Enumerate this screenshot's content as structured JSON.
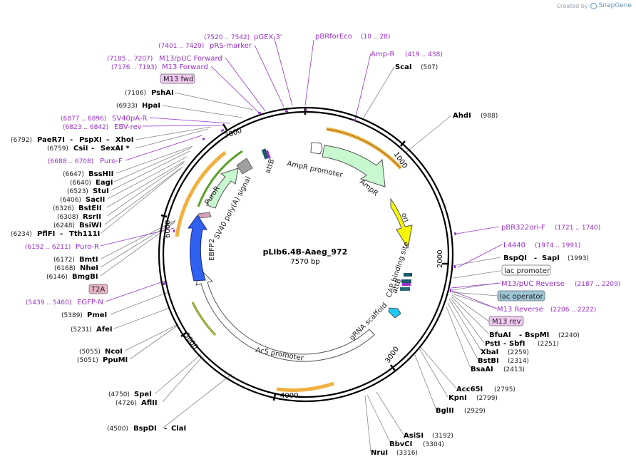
{
  "brand": {
    "prefix": "Created by",
    "name": "SnapGene"
  },
  "plasmid": {
    "name": "pLib6.4B-Aaeg_972",
    "length_label": "7570 bp"
  },
  "ruler_ticks": [
    "1000",
    "2000",
    "3000",
    "4000",
    "5000",
    "6000",
    "7000"
  ],
  "features": [
    {
      "id": "ampr-promoter",
      "label": "AmpR promoter"
    },
    {
      "id": "ampr",
      "label": "AmpR"
    },
    {
      "id": "ori",
      "label": "ori"
    },
    {
      "id": "cap-site",
      "label": "CAP binding site"
    },
    {
      "id": "attb-right",
      "label": "attB"
    },
    {
      "id": "grna",
      "label": "gRNA scaffold"
    },
    {
      "id": "ac5",
      "label": "Ac5 promoter"
    },
    {
      "id": "ebfp2",
      "label": "EBFP2"
    },
    {
      "id": "sv40",
      "label": "SV40 poly(A) signal"
    },
    {
      "id": "puror",
      "label": "PuroR"
    },
    {
      "id": "attb-left",
      "label": "attB"
    }
  ],
  "enzymes_left": [
    {
      "name": "PshAI",
      "pos": "(7106)"
    },
    {
      "name": "HpaI",
      "pos": "(6933)"
    },
    {
      "name": "PaeR7I",
      "pos": "(6792)",
      "extra": "PspXI",
      "extra2": "XhoI"
    },
    {
      "name": "CsiI",
      "pos": "(6759)",
      "extra": "SexAI *"
    },
    {
      "name": "BssHII",
      "pos": "(6647)"
    },
    {
      "name": "EagI",
      "pos": "(6640)"
    },
    {
      "name": "StuI",
      "pos": "(6523)"
    },
    {
      "name": "SacII",
      "pos": "(6406)"
    },
    {
      "name": "BstEII",
      "pos": "(6326)"
    },
    {
      "name": "RsrII",
      "pos": "(6308)"
    },
    {
      "name": "BsiWI",
      "pos": "(6248)"
    },
    {
      "name": "PflFI",
      "pos": "(6234)",
      "extra": "Tth111I"
    },
    {
      "name": "BmtI",
      "pos": "(6172)"
    },
    {
      "name": "NheI",
      "pos": "(6168)"
    },
    {
      "name": "BmgBI",
      "pos": "(6146)"
    },
    {
      "name": "PmeI",
      "pos": "(5389)"
    },
    {
      "name": "AfeI",
      "pos": "(5231)"
    },
    {
      "name": "NcoI",
      "pos": "(5055)"
    },
    {
      "name": "PpuMI",
      "pos": "(5051)"
    },
    {
      "name": "SpeI",
      "pos": "(4750)"
    },
    {
      "name": "AflII",
      "pos": "(4726)"
    },
    {
      "name": "BspDI",
      "pos": "(4500)",
      "extra": "ClaI"
    }
  ],
  "enzymes_right": [
    {
      "name": "ScaI",
      "pos": "(507)"
    },
    {
      "name": "AhdI",
      "pos": "(988)"
    },
    {
      "name": "BspQI",
      "pos": "(1993)",
      "extra": "SapI"
    },
    {
      "name": "BfuAI",
      "pos": "(2240)",
      "extra": "BspMI"
    },
    {
      "name": "PstI",
      "pos": "(2251)",
      "extra": "SbfI"
    },
    {
      "name": "XbaI",
      "pos": "(2259)"
    },
    {
      "name": "BstBI",
      "pos": "(2314)"
    },
    {
      "name": "BsaAI",
      "pos": "(2413)"
    },
    {
      "name": "Acc65I",
      "pos": "(2795)"
    },
    {
      "name": "KpnI",
      "pos": "(2799)"
    },
    {
      "name": "BglII",
      "pos": "(2929)"
    },
    {
      "name": "AsiSI",
      "pos": "(3192)"
    },
    {
      "name": "BbvCI",
      "pos": "(3304)"
    },
    {
      "name": "NruI",
      "pos": "(3316)"
    }
  ],
  "primers": [
    {
      "name": "pGEX 3'",
      "range": "(7520 .. 7542)"
    },
    {
      "name": "pRS-marker",
      "range": "(7401 .. 7420)"
    },
    {
      "name": "M13/pUC Forward",
      "range": "(7185 .. 7207)"
    },
    {
      "name": "M13 Forward",
      "range": "(7176 .. 7193)"
    },
    {
      "name": "SV40pA-R",
      "range": "(6877 .. 6896)"
    },
    {
      "name": "EBV-rev",
      "range": "(6823 .. 6842)"
    },
    {
      "name": "Puro-F",
      "range": "(6688 .. 6708)"
    },
    {
      "name": "Puro-R",
      "range": "(6192 .. 6211)"
    },
    {
      "name": "EGFP-N",
      "range": "(5439 .. 5460)"
    },
    {
      "name": "pBRforEco",
      "range": "(10 .. 28)"
    },
    {
      "name": "Amp-R",
      "range": "(419 .. 438)"
    },
    {
      "name": "pBR322ori-F",
      "range": "(1721 .. 1740)"
    },
    {
      "name": "L4440",
      "range": "(1974 .. 1991)"
    },
    {
      "name": "M13/pUC Reverse",
      "range": "(2187 .. 2209)"
    },
    {
      "name": "M13 Reverse",
      "range": "(2206 .. 2222)"
    }
  ],
  "boxed_labels": [
    {
      "id": "m13fwd",
      "text": "M13 fwd",
      "fill": "#f0c8f0"
    },
    {
      "id": "t2a",
      "text": "T2A",
      "fill": "#e8b4c4"
    },
    {
      "id": "lacprom",
      "text": "lac promoter",
      "fill": "#ffffff"
    },
    {
      "id": "lacop",
      "text": "lac operator",
      "fill": "#9cc6d6"
    },
    {
      "id": "m13rev",
      "text": "M13 rev",
      "fill": "#f0c8f0"
    }
  ],
  "colors": {
    "ampr": "#c8f8d0",
    "ori": "#f8f800",
    "ebfp2": "#3060f0",
    "puror": "#c8f8d0",
    "grey": "#a0a0a0",
    "orange": "#f0b040",
    "green": "#5aa028",
    "primer": "#9b30c9",
    "cyan": "#20c8f8"
  }
}
